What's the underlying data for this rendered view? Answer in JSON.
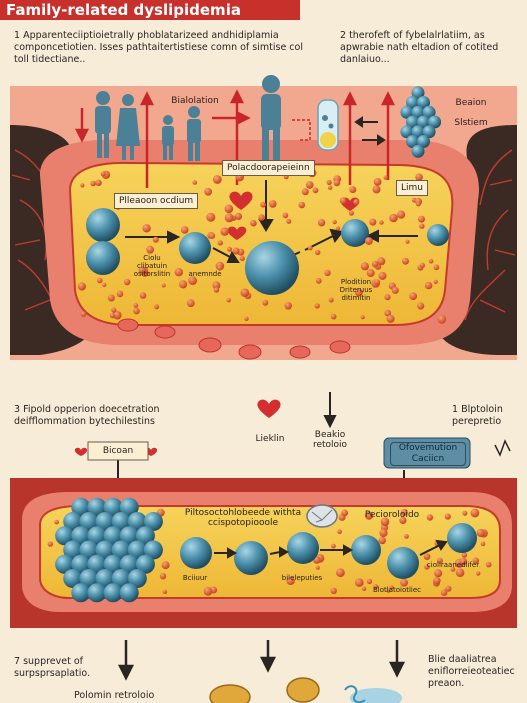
{
  "title": "Family-related dyslipidemia",
  "intro_left": "1  Apparenteciiptioietrally phoblatarizeed andhidiplamia componcetiotien. Isses pathtaitertistiese comn of simtise col toll tidectiane..",
  "intro_right": "2  therofeft of fybelalrlatiim, as apwrabie nath eltadion of cotited danlaiuo...",
  "top_labels": {
    "family_right": "Bialolation",
    "beaion": "Beaion",
    "slstiem": "Slstiem",
    "polo_label": "Polacdoorapeieinn",
    "pleaon": "Plleaoon ocdium",
    "limu": "Limu",
    "small1": "Ciolu clibatuin ositorslitin",
    "small2": "anemnde",
    "small3": "Plodition Driteruus ditimitin"
  },
  "middle": {
    "left_text": "3  Fipold opperion doecetration deifflommation bytechilestins",
    "right_text": "1  Blptoloin perepretio",
    "lieklin": "Lieklin",
    "beakio": "Beakio retoloio",
    "bicoon": "Bicoan",
    "blue_tag": "Ofovemution Caciicn"
  },
  "bottom_labels": {
    "main": "Piltosoctohlobeede withta ccispotopiooole",
    "peciorolo": "Pecioroloido",
    "small1": "Bciiuur",
    "small2": "bileleputies",
    "small3": "cioliraanedlifer",
    "small4": "Blotlatoiotliec"
  },
  "footer": {
    "left": "7  supprevet of surpsprsaplatio.",
    "right": "Blie daaliatrea eniflorreieoteatiec preaon.",
    "bottom": "Polomin retroloio"
  },
  "colors": {
    "title_bg": "#c7302b",
    "vessel_wall": "#e9826f",
    "vessel_dark": "#b8352c",
    "plasma": "#f3c846",
    "cell": "#3f7f9c",
    "arrow_red": "#c8262a",
    "person": "#4c8096",
    "background": "#f6ecd8"
  }
}
